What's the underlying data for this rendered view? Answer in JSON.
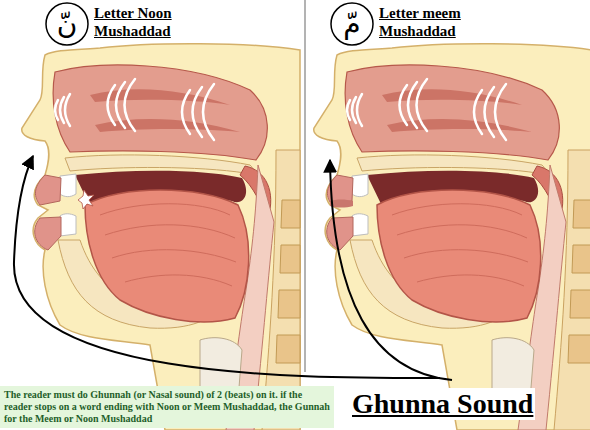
{
  "diagram": {
    "nodes": [
      {
        "text": [
          "نّ"
        ]
      },
      {
        "text": [
          "مّ"
        ]
      },
      {
        "text": [
          "The reader must do Ghunnah (or Nasal sound) of 2 (beats) on it. if the reader stops on a word ending with Noon or Meem Mushaddad, the Gunnah for the Meem or Noon Mushaddad"
        ]
      }
    ],
    "labels": [
      "Letter Noon Mushaddad",
      "Letter meem Mushaddad",
      "Ghunna Sound"
    ]
  }
}
